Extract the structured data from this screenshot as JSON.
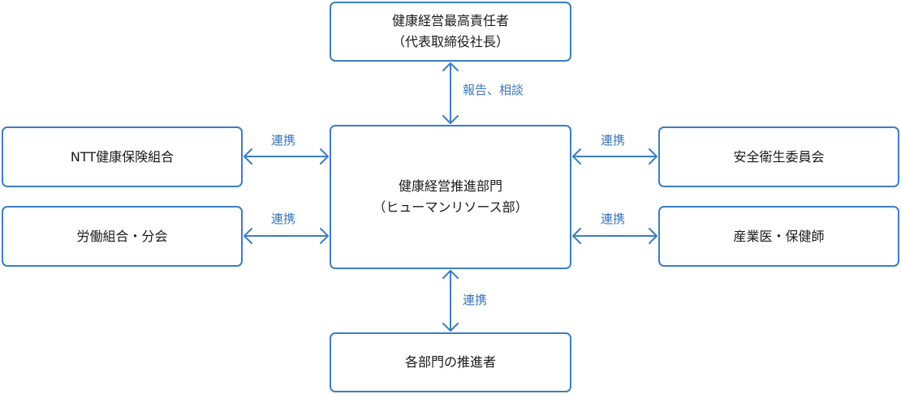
{
  "diagram": {
    "colors": {
      "line": "#3d7ec2",
      "label": "#3a78bc",
      "text": "#1a1a1a"
    },
    "nodes": {
      "top": {
        "lines": [
          "健康経営最高責任者",
          "（代表取締役社長）"
        ]
      },
      "center": {
        "lines": [
          "健康経営推進部門",
          "（ヒューマンリソース部）"
        ]
      },
      "left1": {
        "lines": [
          "NTT健康保険組合"
        ]
      },
      "left2": {
        "lines": [
          "労働組合・分会"
        ]
      },
      "right1": {
        "lines": [
          "安全衛生委員会"
        ]
      },
      "right2": {
        "lines": [
          "産業医・保健師"
        ]
      },
      "bottom": {
        "lines": [
          "各部門の推進者"
        ]
      }
    },
    "edges": {
      "top": {
        "label": "報告、相談",
        "direction": "bidirectional"
      },
      "left1": {
        "label": "連携",
        "direction": "bidirectional"
      },
      "left2": {
        "label": "連携",
        "direction": "bidirectional"
      },
      "right1": {
        "label": "連携",
        "direction": "bidirectional"
      },
      "right2": {
        "label": "連携",
        "direction": "bidirectional"
      },
      "bottom": {
        "label": "連携",
        "direction": "bidirectional"
      }
    }
  }
}
